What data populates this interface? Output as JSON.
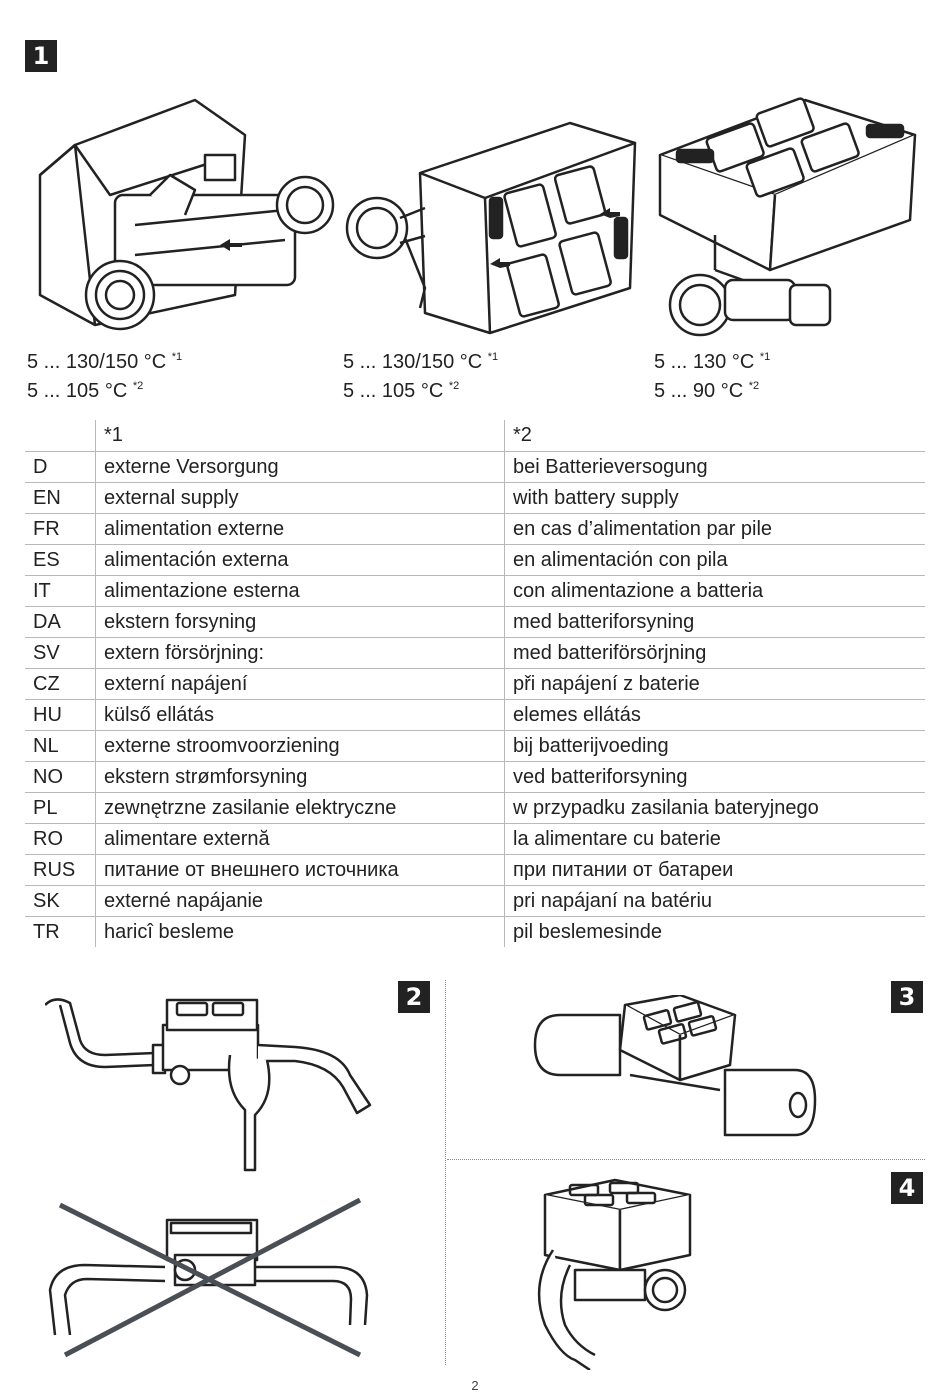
{
  "figure_badges": {
    "fig1": "1",
    "fig2": "2",
    "fig3": "3",
    "fig4": "4"
  },
  "temperature_ranges": [
    {
      "line1": "5 ... 130/150 °C",
      "sup1": "*1",
      "line2": "5 ... 105 °C",
      "sup2": "*2"
    },
    {
      "line1": "5 ... 130/150 °C",
      "sup1": "*1",
      "line2": "5 ... 105 °C",
      "sup2": "*2"
    },
    {
      "line1": "5 ... 130 °C",
      "sup1": "*1",
      "line2": "5 ... 90 °C",
      "sup2": "*2"
    }
  ],
  "table": {
    "header": {
      "code": "",
      "col1": "*1",
      "col2": "*2"
    },
    "rows": [
      {
        "code": "D",
        "col1": "externe Versorgung",
        "col2": "bei Batterieversogung"
      },
      {
        "code": "EN",
        "col1": "external supply",
        "col2": "with battery supply"
      },
      {
        "code": "FR",
        "col1": "alimentation externe",
        "col2": "en cas d’alimentation par pile"
      },
      {
        "code": "ES",
        "col1": "alimentación externa",
        "col2": "en alimentación con pila"
      },
      {
        "code": "IT",
        "col1": "alimentazione esterna",
        "col2": "con alimentazione a batteria"
      },
      {
        "code": "DA",
        "col1": "ekstern forsyning",
        "col2": "med batteriforsyning"
      },
      {
        "code": "SV",
        "col1": "extern försörjning:",
        "col2": "med batteriförsörjning"
      },
      {
        "code": "CZ",
        "col1": "externí napájení",
        "col2": "při napájení z baterie"
      },
      {
        "code": "HU",
        "col1": "külső ellátás",
        "col2": "elemes ellátás"
      },
      {
        "code": "NL",
        "col1": "externe stroomvoorziening",
        "col2": "bij batterijvoeding"
      },
      {
        "code": "NO",
        "col1": "ekstern strømforsyning",
        "col2": "ved batteriforsyning"
      },
      {
        "code": "PL",
        "col1": "zewnętrzne zasilanie elektryczne",
        "col2": "w przypadku zasilania bateryjnego"
      },
      {
        "code": "RO",
        "col1": "alimentare externă",
        "col2": "la alimentare cu baterie"
      },
      {
        "code": "RUS",
        "col1": "питание от внешнего источника",
        "col2": "при питании от батареи"
      },
      {
        "code": "SK",
        "col1": "externé napájanie",
        "col2": "pri napájaní na batériu"
      },
      {
        "code": "TR",
        "col1": "haricî besleme",
        "col2": "pil beslemesinde"
      }
    ]
  },
  "page_number": "2"
}
